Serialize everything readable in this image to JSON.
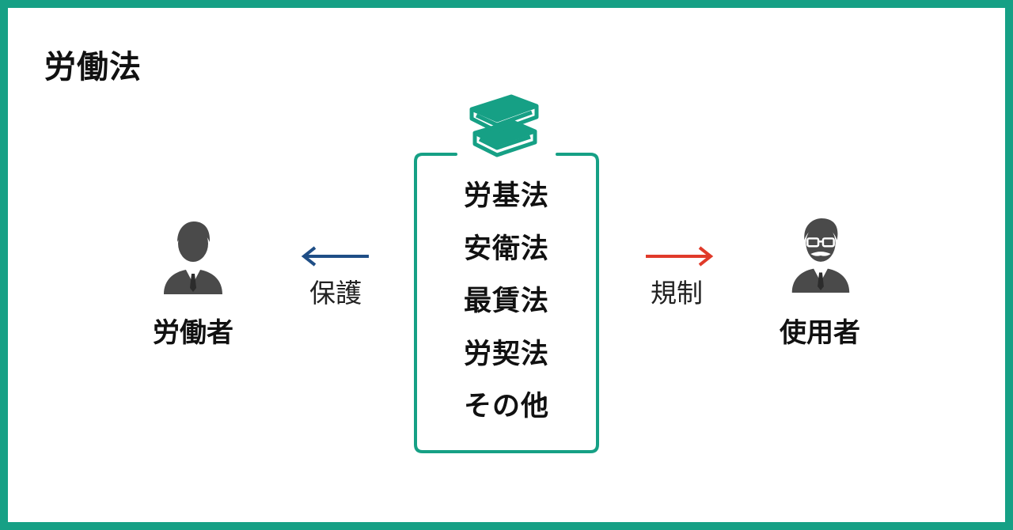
{
  "title": "労働法",
  "center": {
    "icon": "books-icon",
    "laws": [
      "労基法",
      "安衛法",
      "最賃法",
      "労契法",
      "その他"
    ]
  },
  "left": {
    "icon": "worker-person-icon",
    "label": "労働者",
    "arrow_label": "保護",
    "arrow_color": "#1f4e86"
  },
  "right": {
    "icon": "employer-person-icon",
    "label": "使用者",
    "arrow_label": "規制",
    "arrow_color": "#e03a2a"
  },
  "colors": {
    "accent": "#16a085",
    "icon_dark": "#4a4a4a"
  }
}
